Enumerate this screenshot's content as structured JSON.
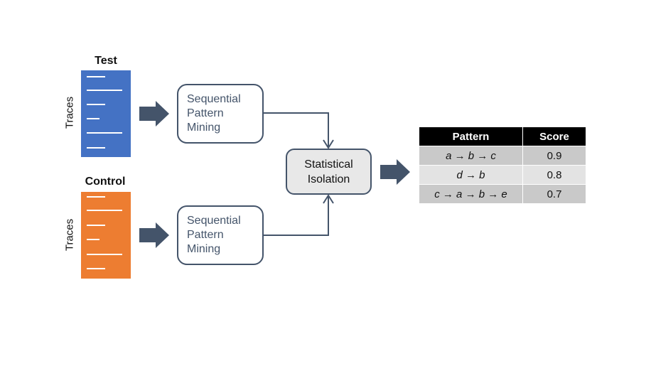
{
  "test_group": {
    "title": "Test",
    "axis_label": "Traces",
    "color": "#4472c4"
  },
  "control_group": {
    "title": "Control",
    "axis_label": "Traces",
    "color": "#ed7d31"
  },
  "mining_top": {
    "lines": [
      "Sequential",
      "Pattern",
      "Mining"
    ]
  },
  "mining_bottom": {
    "lines": [
      "Sequential",
      "Pattern",
      "Mining"
    ]
  },
  "isolation": {
    "lines": [
      "Statistical",
      "Isolation"
    ]
  },
  "results_table": {
    "headers": [
      "Pattern",
      "Score"
    ],
    "rows": [
      {
        "pattern": "a → b → c",
        "score": "0.9"
      },
      {
        "pattern": "d → b",
        "score": "0.8"
      },
      {
        "pattern": "c → a → b → e",
        "score": "0.7"
      }
    ]
  },
  "colors": {
    "arrow": "#44546a",
    "box_border": "#44546a",
    "header_bg": "#000000"
  }
}
